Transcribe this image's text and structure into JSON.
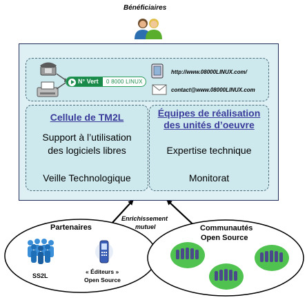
{
  "top_label": "Bénéficiaires",
  "contact": {
    "green_number_label": "N° Vert",
    "green_number_value": "0 8000 LINUX",
    "url": "http://www.08000LINUX.com/",
    "email": "contact@www.08000LINUX.com"
  },
  "cellule": {
    "title": "Cellule de TM2L",
    "line1": "Support à l’utilisation",
    "line2": "des logiciels libres",
    "line3": "Veille Technologique"
  },
  "equipes": {
    "title1": "Équipes de réalisation",
    "title2": "des unités d’oeuvre",
    "line1": "Expertise technique",
    "line2": "Monitorat"
  },
  "enrichissement": {
    "line1": "Enrichissement",
    "line2": "mutuel"
  },
  "partenaires": {
    "title": "Partenaires",
    "ss2l": "SS2L",
    "editeurs1": "« Éditeurs »",
    "editeurs2": "Open Source"
  },
  "communautes": {
    "title1": "Communautés",
    "title2": "Open Source"
  },
  "colors": {
    "panel_bg": "#dff0f5",
    "box_bg": "#cde9ee",
    "title_blue": "#3a3a9a",
    "green": "#1a8a4a"
  }
}
